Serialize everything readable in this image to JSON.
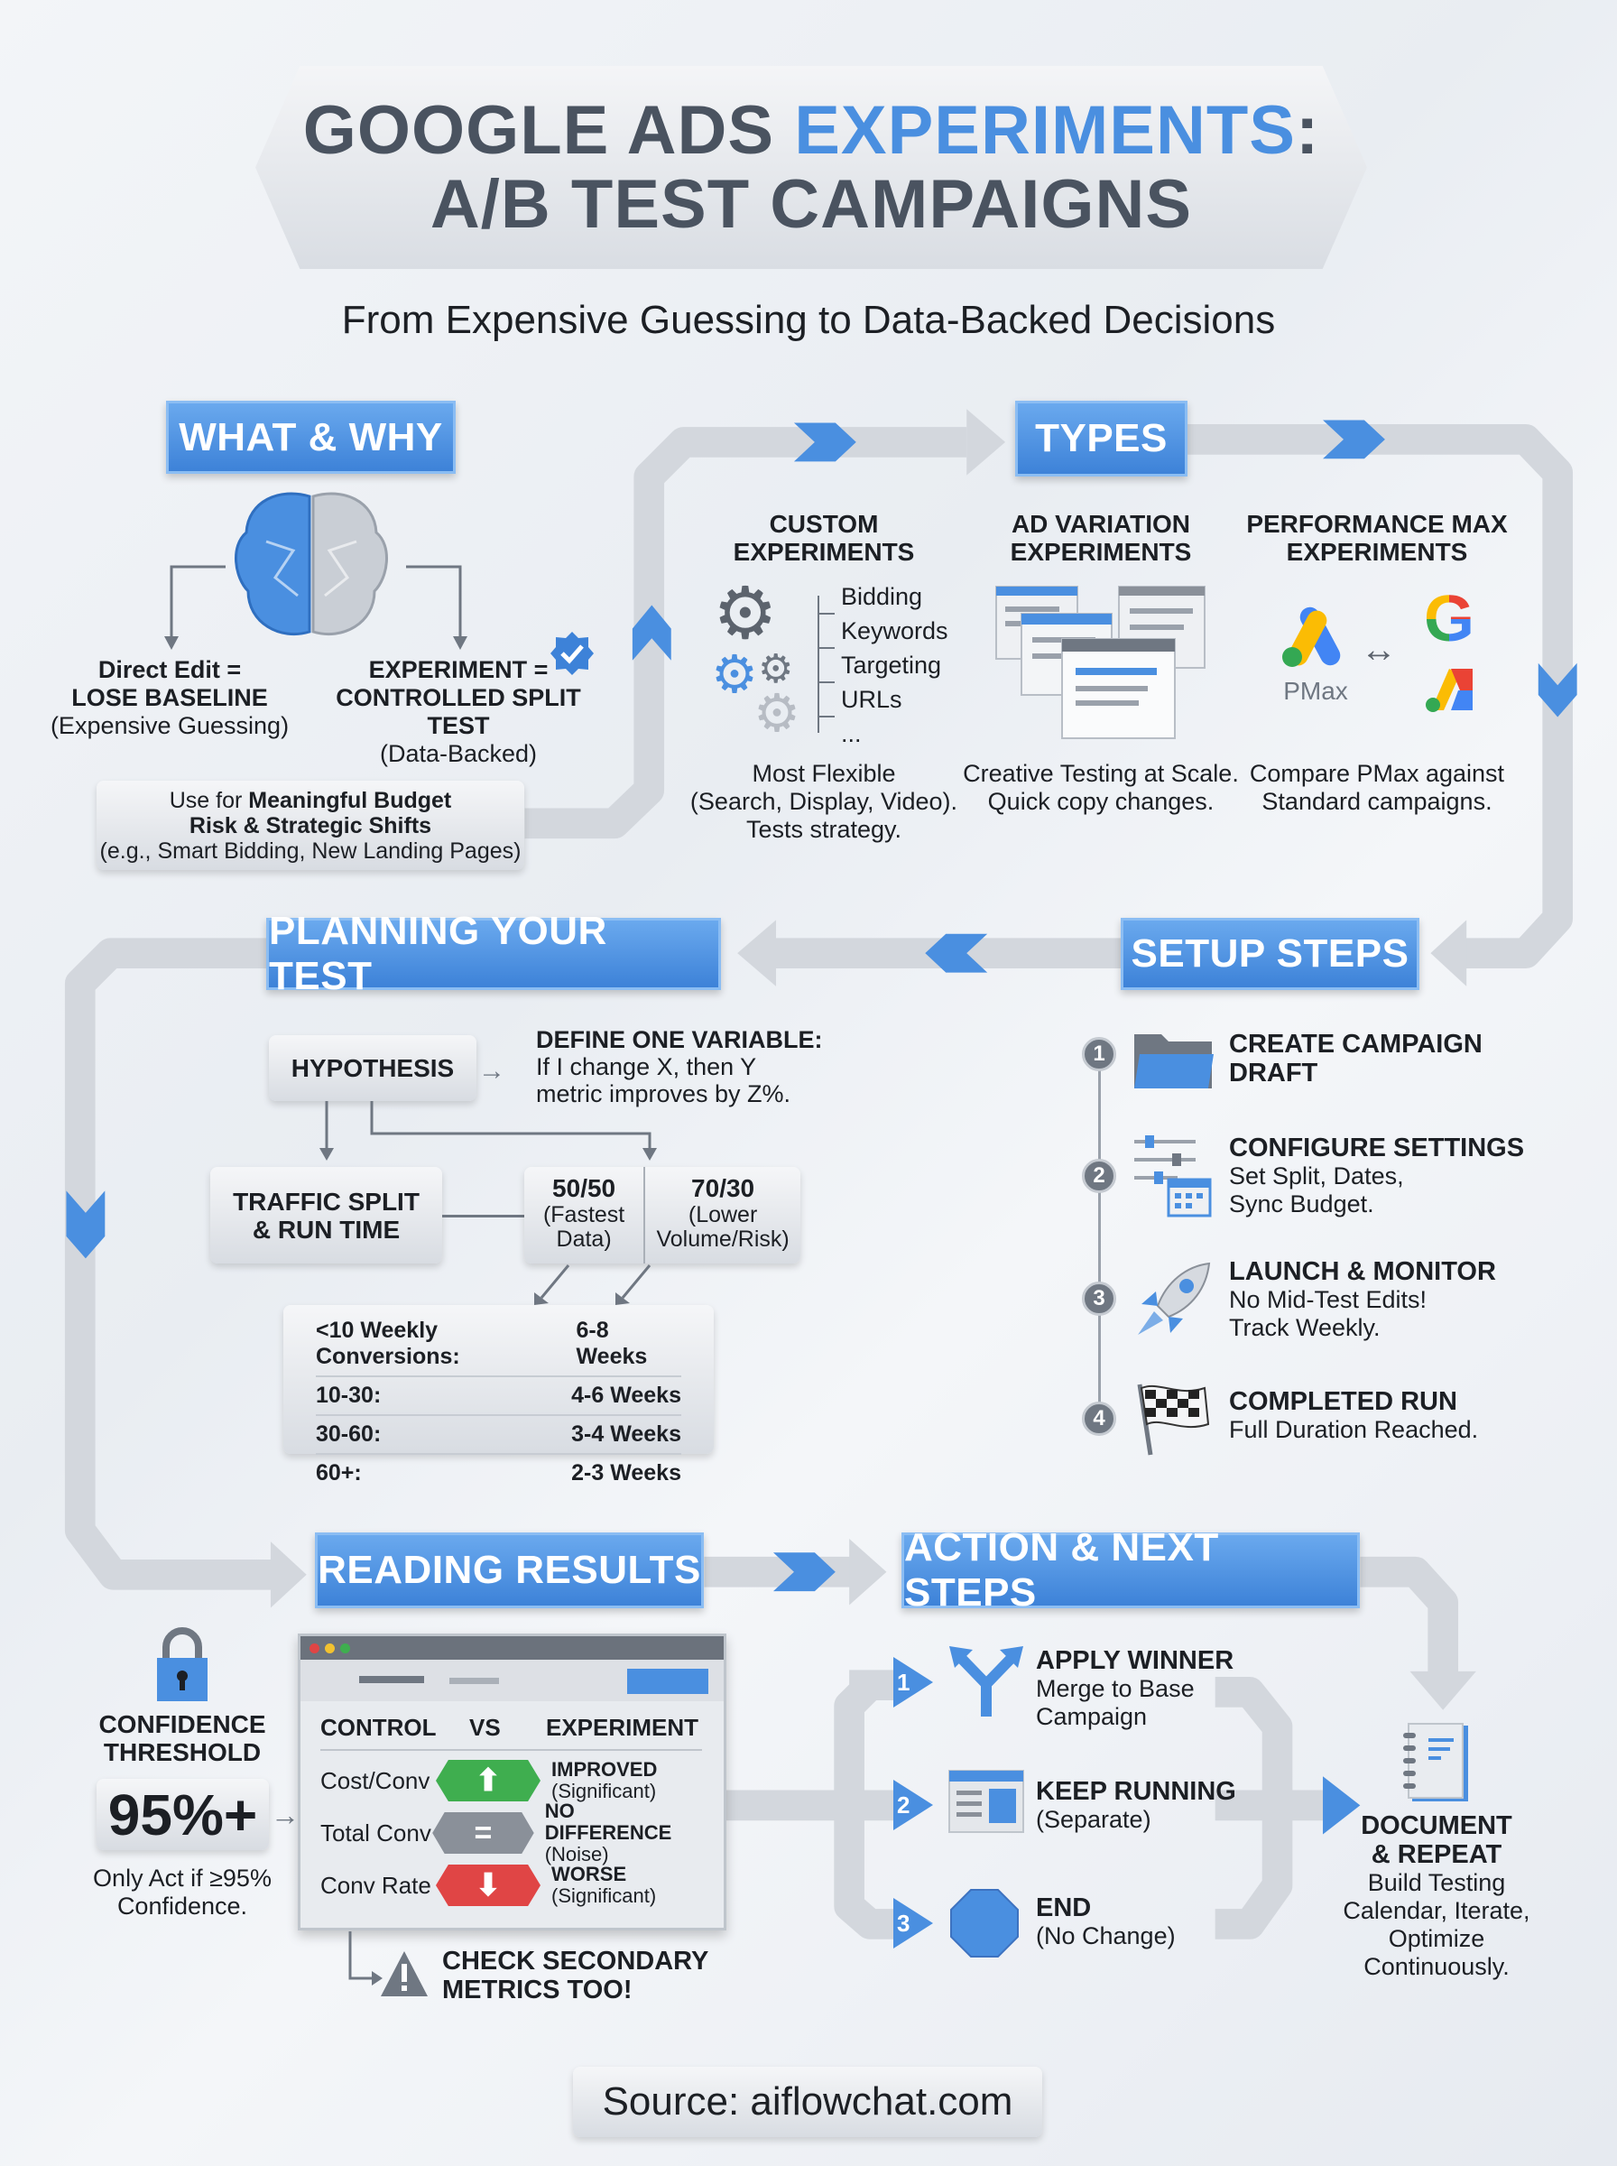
{
  "title": {
    "line1_part1": "GOOGLE ADS ",
    "line1_highlight": "EXPERIMENTS",
    "line1_part2": ":",
    "line2": "A/B TEST CAMPAIGNS"
  },
  "subtitle": "From Expensive Guessing to Data-Backed Decisions",
  "colors": {
    "accent": "#4a8fe0",
    "banner": "#3d82d8",
    "green": "#3fae4f",
    "red": "#e04545",
    "gray": "#8a9099"
  },
  "what_why": {
    "label": "WHAT & WHY",
    "left": {
      "line1": "Direct Edit =",
      "line2": "LOSE BASELINE",
      "line3": "(Expensive Guessing)"
    },
    "right": {
      "line1": "EXPERIMENT =",
      "line2": "CONTROLLED SPLIT TEST",
      "line3": "(Data-Backed)"
    },
    "note": {
      "prefix": "Use for ",
      "bold1": "Meaningful Budget",
      "bold2": "Risk & Strategic Shifts",
      "line3": "(e.g., Smart Bidding, New Landing Pages)"
    }
  },
  "types": {
    "label": "TYPES",
    "custom": {
      "title1": "CUSTOM",
      "title2": "EXPERIMENTS",
      "items": [
        "Bidding",
        "Keywords",
        "Targeting",
        "URLs",
        "..."
      ],
      "desc1": "Most Flexible",
      "desc2": "(Search, Display, Video).",
      "desc3": "Tests strategy."
    },
    "ad_variation": {
      "title1": "AD VARIATION",
      "title2": "EXPERIMENTS",
      "desc1": "Creative Testing at Scale.",
      "desc2": "Quick copy changes."
    },
    "pmax": {
      "title1": "PERFORMANCE MAX",
      "title2": "EXPERIMENTS",
      "logo_label": "PMax",
      "g_letter": "G",
      "desc1": "Compare PMax against",
      "desc2": "Standard campaigns."
    }
  },
  "planning": {
    "label": "PLANNING YOUR TEST",
    "hypothesis": "HYPOTHESIS",
    "define_title": "DEFINE ONE VARIABLE:",
    "define_1": "If I change X, then Y",
    "define_2": "metric improves by Z%.",
    "traffic_1": "TRAFFIC SPLIT",
    "traffic_2": "& RUN TIME",
    "split_a": {
      "title": "50/50",
      "d1": "(Fastest",
      "d2": "Data)"
    },
    "split_b": {
      "title": "70/30",
      "d1": "(Lower",
      "d2": "Volume/Risk)"
    },
    "runtime": [
      {
        "conv": "<10 Weekly Conversions:",
        "weeks": "6-8 Weeks"
      },
      {
        "conv": "10-30:",
        "weeks": "4-6 Weeks"
      },
      {
        "conv": "30-60:",
        "weeks": "3-4 Weeks"
      },
      {
        "conv": "60+:",
        "weeks": "2-3 Weeks"
      }
    ]
  },
  "setup": {
    "label": "SETUP STEPS",
    "steps": [
      {
        "num": "1",
        "h1": "CREATE CAMPAIGN",
        "h2": "DRAFT",
        "d1": "",
        "d2": ""
      },
      {
        "num": "2",
        "h1": "CONFIGURE SETTINGS",
        "h2": "",
        "d1": "Set Split, Dates,",
        "d2": "Sync Budget."
      },
      {
        "num": "3",
        "h1": "LAUNCH & MONITOR",
        "h2": "",
        "d1": "No Mid-Test Edits!",
        "d2": "Track Weekly."
      },
      {
        "num": "4",
        "h1": "COMPLETED RUN",
        "h2": "",
        "d1": "Full Duration Reached.",
        "d2": ""
      }
    ]
  },
  "results": {
    "label": "READING RESULTS",
    "confidence_1": "CONFIDENCE",
    "confidence_2": "THRESHOLD",
    "threshold": "95%+",
    "only_1": "Only Act if ≥95%",
    "only_2": "Confidence.",
    "col_control": "CONTROL",
    "col_vs": "VS",
    "col_experiment": "EXPERIMENT",
    "rows": [
      {
        "metric": "Cost/Conv",
        "symbol": "⬆",
        "h": "IMPROVED",
        "s": "(Significant)"
      },
      {
        "metric": "Total Conv",
        "symbol": "=",
        "h": "NO DIFFERENCE",
        "s": "(Noise)"
      },
      {
        "metric": "Conv Rate",
        "symbol": "⬇",
        "h": "WORSE",
        "s": "(Significant)"
      }
    ],
    "check_1": "CHECK SECONDARY",
    "check_2": "METRICS TOO!"
  },
  "action": {
    "label": "ACTION & NEXT STEPS",
    "items": [
      {
        "num": "1",
        "h": "APPLY WINNER",
        "d1": "Merge to Base",
        "d2": "Campaign"
      },
      {
        "num": "2",
        "h": "KEEP RUNNING",
        "d1": "(Separate)",
        "d2": ""
      },
      {
        "num": "3",
        "h": "END",
        "d1": "(No Change)",
        "d2": ""
      }
    ],
    "doc_h1": "DOCUMENT",
    "doc_h2": "& REPEAT",
    "doc_d1": "Build Testing",
    "doc_d2": "Calendar, Iterate,",
    "doc_d3": "Optimize",
    "doc_d4": "Continuously."
  },
  "source": "Source: aiflowchat.com"
}
